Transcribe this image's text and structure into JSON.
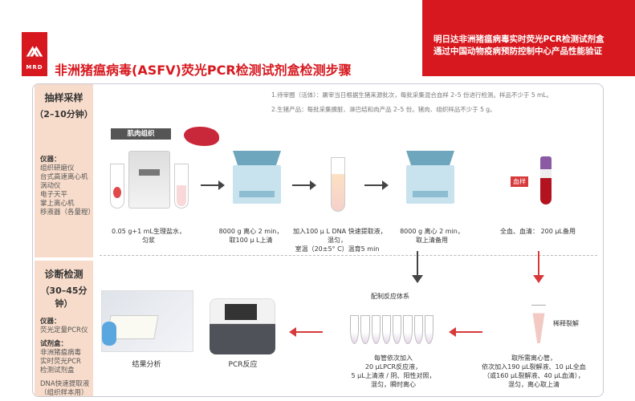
{
  "header": {
    "title": "非洲猪瘟病毒(ASFV)荧光PCR检测试剂盒检测步骤",
    "banner_line1": "明日达非洲猪瘟病毒实时荧光PCR检测试剂盒",
    "banner_line2": "通过中国动物疫病预防控制中心产品性能验证",
    "logo_text": "MRD"
  },
  "section1": {
    "title": "抽样采样",
    "duration": "（2–10分钟）",
    "instruments_label": "仪器：",
    "instruments": [
      "组织研磨仪",
      "台式高速离心机",
      "涡动仪",
      "电子天平",
      "掌上离心机",
      "移液器（各量程）"
    ],
    "note1": "1.待宰圈（活体）：屠宰当日根据生猪来源批次，每批采集混合血样 2–5 份进行检测。样品不少于 5 mL。",
    "note2": "2.生猪产品：每批采集脾脏、淋巴结和肉产品 2–5 份。猪肉、组织样品不少于 5 g。",
    "tissue_label": "肌肉组织",
    "blood_label": "血样",
    "steps": [
      {
        "lines": [
          "0.05 g+1 mL生理盐水，",
          "匀浆"
        ]
      },
      {
        "lines": [
          "8000 g 离心 2 min，",
          "取100 μ L上清"
        ]
      },
      {
        "lines": [
          "加入100 μ L DNA 快速提取液，",
          "混匀，",
          "室温（20±5° C）温育5 min"
        ]
      },
      {
        "lines": [
          "8000 g 离心 2 min，",
          "取上清备用"
        ]
      },
      {
        "lines": [
          "全血、血清： 200 μL备用"
        ]
      }
    ]
  },
  "section2": {
    "title": "诊断检测",
    "duration": "（30–45分钟）",
    "instruments_label": "仪器：",
    "instruments": [
      "荧光定量PCR仪"
    ],
    "kit_label": "试剂盒：",
    "kit": [
      "非洲猪瘟病毒",
      "实时荧光PCR",
      "检测试剂盒"
    ],
    "extra": [
      "DNA快速提取液",
      "（组织样本用）"
    ],
    "mix_label": "配制反应体系",
    "lyse_label": "稀释裂解",
    "steps": [
      {
        "lines": [
          "结果分析"
        ]
      },
      {
        "lines": [
          "PCR反应"
        ]
      },
      {
        "lines": [
          "每管依次加入",
          "20 μLPCR反应液，",
          "5 μL上清液 / 阴、阳性对照，",
          "混匀，瞬时离心"
        ]
      },
      {
        "lines": [
          "取所需离心管，",
          "依次加入190 μL裂解液、10 μL全血",
          "（或160 μL裂解液、40 μL血清），",
          "混匀，离心取上清"
        ]
      }
    ]
  }
}
